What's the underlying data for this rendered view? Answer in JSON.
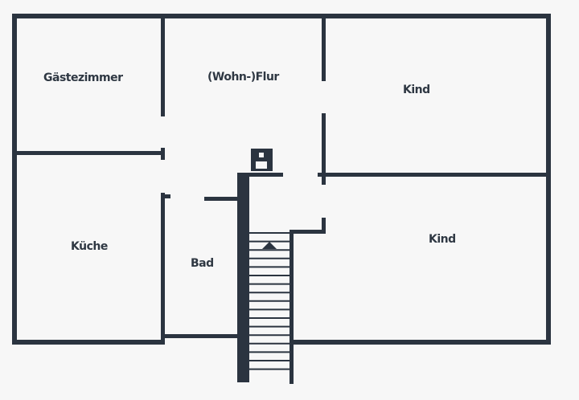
{
  "rooms": {
    "guest_room": "Gästezimmer",
    "hallway": "(Wohn-)Flur",
    "kind_top": "Kind",
    "kind_bottom": "Kind",
    "kitchen": "Küche",
    "bath": "Bad"
  },
  "colors": {
    "wall": "#2b3440",
    "background": "#f7f7f7",
    "label": "#2f3843"
  },
  "icons": {
    "chimney": "chimney-icon",
    "stair_direction": "stair-arrow-up-icon"
  }
}
